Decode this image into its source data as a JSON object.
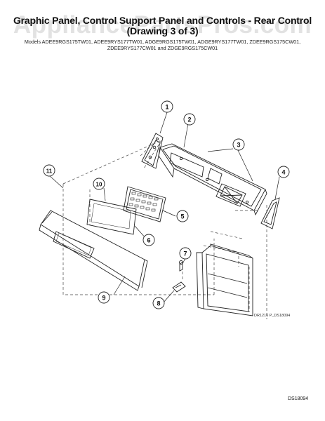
{
  "header": {
    "title_line1": "Graphic Panel, Control Support Panel and Controls - Rear Control",
    "title_line2": "(Drawing 3 of 3)",
    "models_line1": "Models ADEE9RGS175TW01, ADEE9RYS177TW01, ADGE9RGS175TW01, ADGE9RYS177TW01, ZDEE9RGS175CW01,",
    "models_line2": "ZDEE9RYS177CW01 and ZDGE9RGS175CW01"
  },
  "watermark": {
    "text": "AppliancePartsPros.com"
  },
  "callouts": [
    "1",
    "2",
    "3",
    "4",
    "5",
    "6",
    "7",
    "8",
    "9",
    "10",
    "11"
  ],
  "codes": {
    "drawing_code": "DR1216 P_DS18094",
    "doc_id": "DS18094"
  },
  "colors": {
    "line": "#222222",
    "dash": "#444444",
    "watermark": "#969696"
  }
}
